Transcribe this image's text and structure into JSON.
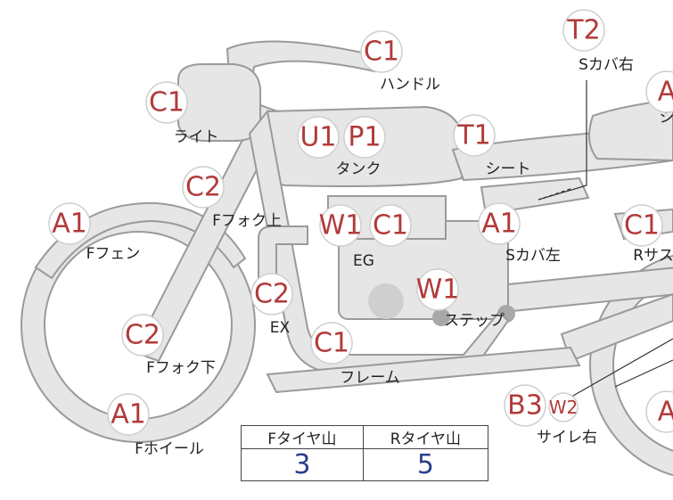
{
  "badges": [
    {
      "code": "C1"
    },
    {
      "code": "T2"
    },
    {
      "code": "A"
    },
    {
      "code": "C1"
    },
    {
      "code": "U1"
    },
    {
      "code": "P1"
    },
    {
      "code": "T1"
    },
    {
      "code": "C2"
    },
    {
      "code": "A1"
    },
    {
      "code": "W1"
    },
    {
      "code": "C1"
    },
    {
      "code": "A1"
    },
    {
      "code": "C1"
    },
    {
      "code": "C2"
    },
    {
      "code": "W1"
    },
    {
      "code": "C2"
    },
    {
      "code": "C1"
    },
    {
      "code": "A1"
    },
    {
      "code": "B3"
    },
    {
      "code": "W2"
    },
    {
      "code": "A"
    }
  ],
  "labels": [
    {
      "text": "ハンドル"
    },
    {
      "text": "Sカバ右"
    },
    {
      "text": "シ"
    },
    {
      "text": "ライト"
    },
    {
      "text": "タンク"
    },
    {
      "text": "シート"
    },
    {
      "text": "Fフォク上"
    },
    {
      "text": "Fフェン"
    },
    {
      "text": "EG"
    },
    {
      "text": "Sカバ左"
    },
    {
      "text": "Rサス"
    },
    {
      "text": "EX"
    },
    {
      "text": "ステップ"
    },
    {
      "text": "Fフォク下"
    },
    {
      "text": "フレーム"
    },
    {
      "text": "Fホイール"
    },
    {
      "text": "サイレ右"
    }
  ],
  "tire_table": {
    "headers": [
      "Fタイヤ山",
      "Rタイヤ山"
    ],
    "values": [
      "3",
      "5"
    ]
  },
  "colors": {
    "badge_text": "#b23a3a",
    "table_value": "#2b3e8e",
    "part_fill": "#e6e6e6"
  }
}
